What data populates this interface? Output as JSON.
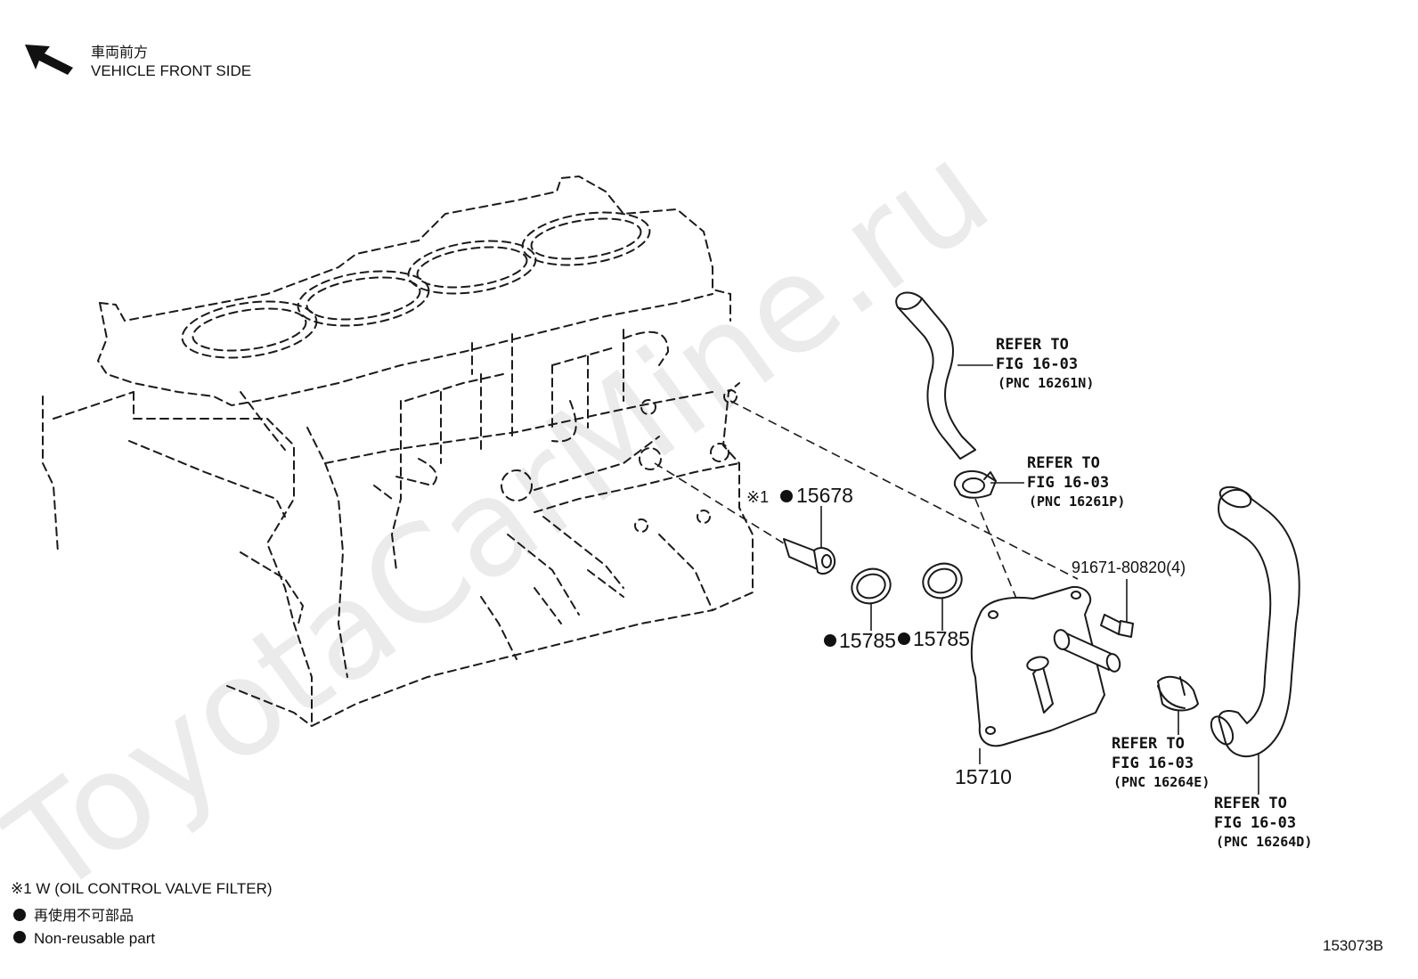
{
  "header": {
    "direction_jp": "車両前方",
    "direction_en": "VEHICLE FRONT SIDE"
  },
  "watermark": "ToyotaCarMine.ru",
  "callouts": {
    "hose_upper": {
      "line1": "REFER TO",
      "line2": "FIG 16-03",
      "line3": "(PNC 16261N)"
    },
    "clamp_upper": {
      "line1": "REFER TO",
      "line2": "FIG 16-03",
      "line3": "(PNC 16261P)"
    },
    "clamp_lower": {
      "line1": "REFER TO",
      "line2": "FIG 16-03",
      "line3": "(PNC 16264E)"
    },
    "hose_lower": {
      "line1": "REFER TO",
      "line2": "FIG 16-03",
      "line3": "(PNC 16264D)"
    }
  },
  "parts": {
    "filter": {
      "prefix": "※1",
      "number": "15678"
    },
    "gasket_a": {
      "number": "15785"
    },
    "gasket_b": {
      "number": "15785"
    },
    "oil_cooler": {
      "number": "15710"
    },
    "bolt": {
      "number": "91671-80820(4)"
    }
  },
  "legend": {
    "note": "※1 W (OIL CONTROL VALVE FILTER)",
    "nonreusable_jp": "再使用不可部品",
    "nonreusable_en": "Non-reusable part"
  },
  "figure_id": "153073B"
}
